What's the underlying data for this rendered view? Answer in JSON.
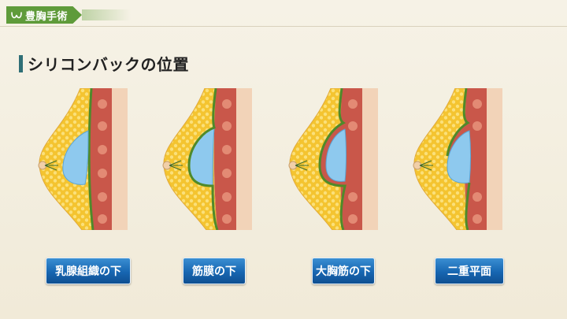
{
  "header": {
    "brand_label": "豊胸手術",
    "brand_icon": "breast-outline-icon"
  },
  "page_title": "シリコンバックの位置",
  "placements": [
    {
      "label": "乳腺組織の下",
      "icon": "breast-cross-section-subglandular"
    },
    {
      "label": "筋膜の下",
      "icon": "breast-cross-section-subfascial"
    },
    {
      "label": "大胸筋の下",
      "icon": "breast-cross-section-submuscular"
    },
    {
      "label": "二重平面",
      "icon": "breast-cross-section-dual-plane"
    }
  ],
  "colors": {
    "brand_green": "#5f9b3a",
    "title_accent": "#2f6f76",
    "button_blue": "#1766b1",
    "fat_yellow": "#f4c430",
    "muscle_red": "#c9574a",
    "fascia_green": "#4f8a2a",
    "implant_blue": "#8ec9ee"
  }
}
